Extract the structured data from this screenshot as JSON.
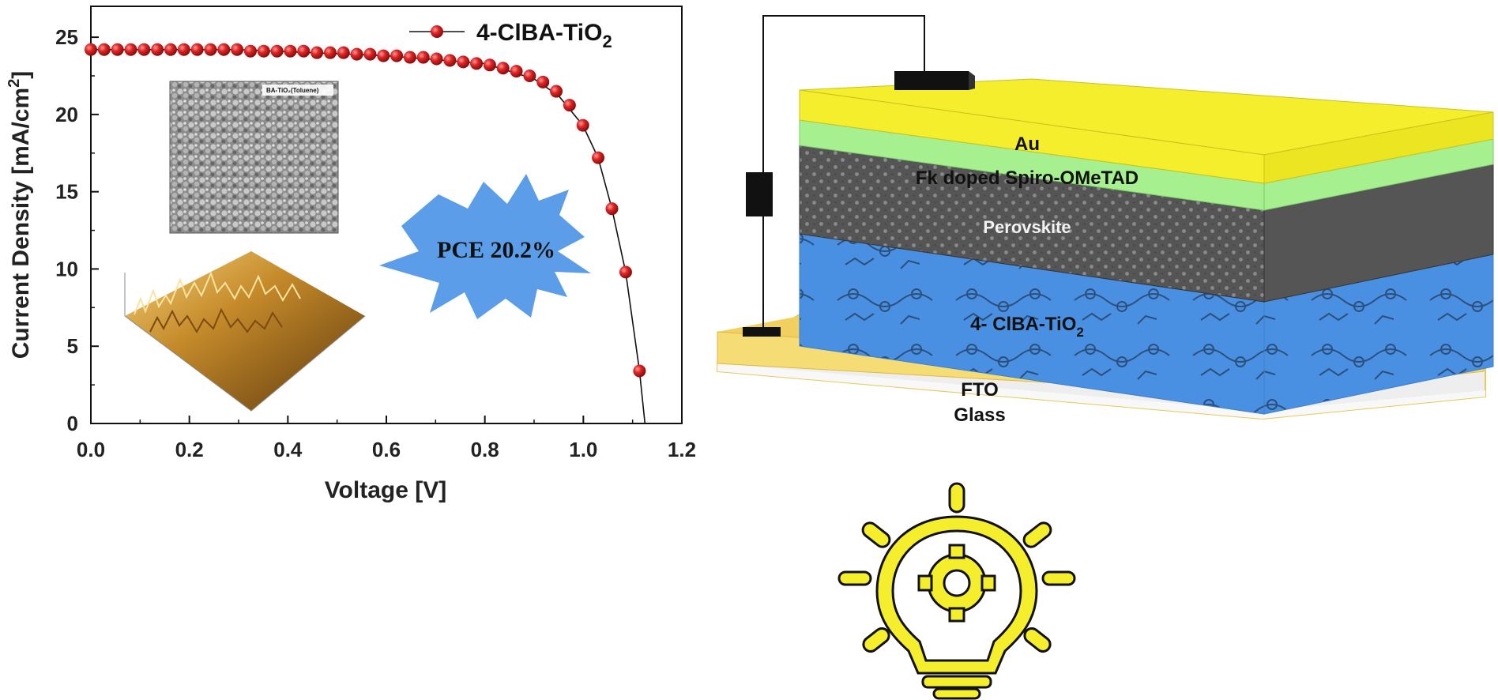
{
  "chart_data": {
    "type": "scatter",
    "xlabel": "Voltage [V]",
    "ylabel_main": "Current Density [mA/cm",
    "ylabel_sup": "2",
    "ylabel_close": "]",
    "xlim": [
      0.0,
      1.2
    ],
    "ylim": [
      0,
      27
    ],
    "x_ticks": [
      {
        "value": 0.0,
        "label": "0.0"
      },
      {
        "value": 0.2,
        "label": "0.2"
      },
      {
        "value": 0.4,
        "label": "0.4"
      },
      {
        "value": 0.6,
        "label": "0.6"
      },
      {
        "value": 0.8,
        "label": "0.8"
      },
      {
        "value": 1.0,
        "label": "1.0"
      },
      {
        "value": 1.2,
        "label": "1.2"
      }
    ],
    "y_ticks": [
      {
        "value": 0,
        "label": "0"
      },
      {
        "value": 5,
        "label": "5"
      },
      {
        "value": 10,
        "label": "10"
      },
      {
        "value": 15,
        "label": "15"
      },
      {
        "value": 20,
        "label": "20"
      },
      {
        "value": 25,
        "label": "25"
      }
    ],
    "legend_position": "top-right",
    "series": [
      {
        "legend_main": "4-ClBA-TiO",
        "legend_sub": "2",
        "color": "#d42020",
        "x": [
          0.0,
          0.027,
          0.054,
          0.081,
          0.108,
          0.135,
          0.162,
          0.189,
          0.216,
          0.243,
          0.27,
          0.297,
          0.324,
          0.351,
          0.378,
          0.405,
          0.432,
          0.459,
          0.486,
          0.513,
          0.54,
          0.567,
          0.594,
          0.621,
          0.648,
          0.675,
          0.702,
          0.729,
          0.756,
          0.783,
          0.81,
          0.837,
          0.864,
          0.891,
          0.918,
          0.945,
          0.972,
          0.999,
          1.03,
          1.058,
          1.086,
          1.114
        ],
        "y": [
          24.2,
          24.2,
          24.2,
          24.2,
          24.2,
          24.2,
          24.2,
          24.2,
          24.2,
          24.2,
          24.2,
          24.2,
          24.1,
          24.1,
          24.1,
          24.1,
          24.1,
          24.0,
          24.0,
          24.0,
          23.9,
          23.9,
          23.8,
          23.8,
          23.7,
          23.7,
          23.6,
          23.5,
          23.4,
          23.3,
          23.2,
          23.0,
          22.8,
          22.5,
          22.1,
          21.5,
          20.6,
          19.3,
          17.2,
          13.9,
          9.8,
          3.4
        ],
        "fit_x": [
          0.0,
          0.3,
          0.6,
          0.8,
          0.9,
          0.95,
          0.999,
          1.03,
          1.058,
          1.086,
          1.114,
          1.125
        ],
        "fit_y": [
          24.2,
          24.2,
          23.8,
          23.3,
          22.3,
          21.2,
          19.3,
          17.2,
          13.9,
          9.8,
          3.4,
          0.0
        ]
      }
    ]
  },
  "inset_sem": {
    "label": "BA-TiO₂(Toluene)"
  },
  "badge": {
    "text": "PCE 20.2%",
    "color": "#5b9de8"
  },
  "device": {
    "layers": [
      {
        "key": "au",
        "label": "Au",
        "color": "#f5ee2c"
      },
      {
        "key": "spiro",
        "label": "Fk doped Spiro-OMeTAD",
        "color": "#a6f08f"
      },
      {
        "key": "perovskite",
        "label": "Perovskite",
        "color": "#555555"
      },
      {
        "key": "etl",
        "label_main": "4- ClBA-TiO",
        "label_sub": "2",
        "color": "#4a90e2"
      },
      {
        "key": "fto",
        "label": "FTO",
        "color": "#f2d060"
      },
      {
        "key": "glass",
        "label": "Glass",
        "color": "#eeeeee"
      }
    ]
  },
  "icons": {
    "bulb": "lightbulb-gear-icon",
    "bulb_color": "#f5ee2c"
  }
}
